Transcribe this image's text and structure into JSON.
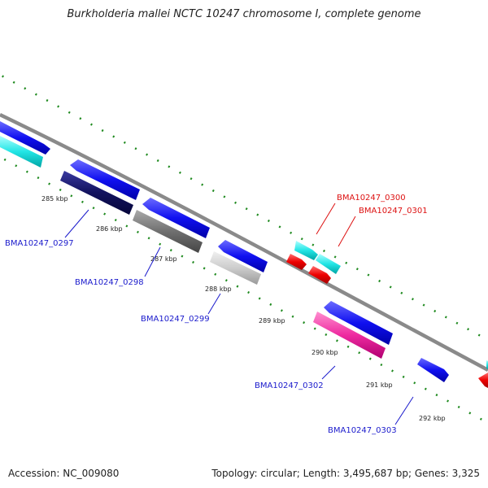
{
  "title": "Burkholderia mallei NCTC 10247 chromosome I, complete genome",
  "footer": {
    "accession": "Accession: NC_009080",
    "summary": "Topology: circular; Length: 3,495,687 bp; Genes: 3,325"
  },
  "colors": {
    "backbone": "#8a8a8a",
    "ticks": "#1f8a1f",
    "label_blue": "#1a1acc",
    "label_red": "#dd1111"
  },
  "ticks": [
    {
      "label": "285 kbp"
    },
    {
      "label": "286 kbp"
    },
    {
      "label": "287 kbp"
    },
    {
      "label": "288 kbp"
    },
    {
      "label": "289 kbp"
    },
    {
      "label": "290 kbp"
    },
    {
      "label": "291 kbp"
    },
    {
      "label": "292 kbp"
    }
  ],
  "gene_labels": [
    {
      "text": "BMA10247_0297",
      "color": "#1a1acc"
    },
    {
      "text": "BMA10247_0298",
      "color": "#1a1acc"
    },
    {
      "text": "BMA10247_0299",
      "color": "#1a1acc"
    },
    {
      "text": "BMA10247_0300",
      "color": "#dd1111"
    },
    {
      "text": "BMA10247_0301",
      "color": "#dd1111"
    },
    {
      "text": "BMA10247_0302",
      "color": "#1a1acc"
    },
    {
      "text": "BMA10247_0303",
      "color": "#1a1acc"
    }
  ]
}
